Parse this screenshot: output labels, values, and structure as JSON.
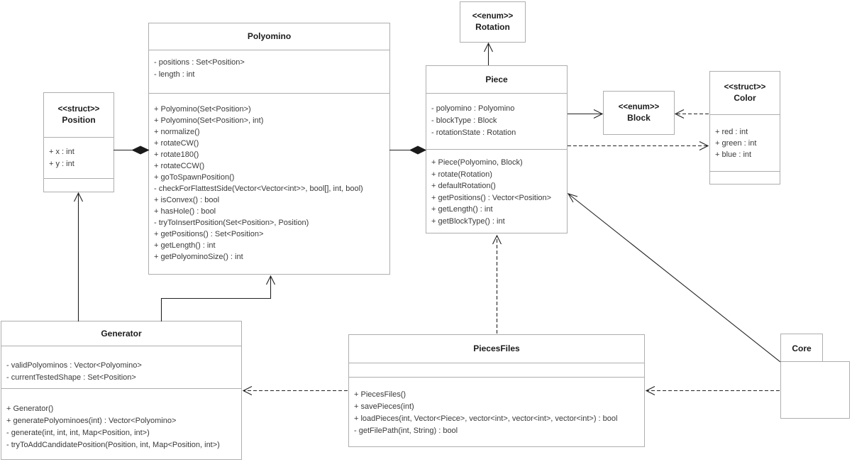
{
  "colors": {
    "background": "#ffffff",
    "box_border": "#aeaeae",
    "member_text": "#3a3a3a",
    "title_text": "#1c1c1c",
    "edge_line": "#222222"
  },
  "classes": {
    "polyomino": {
      "title": "Polyomino",
      "attributes": [
        "- positions : Set<Position>",
        "- length : int"
      ],
      "methods": [
        "+ Polyomino(Set<Position>)",
        "+ Polyomino(Set<Position>, int)",
        "+ normalize()",
        "+ rotateCW()",
        "+ rotate180()",
        "+ rotateCCW()",
        "+ goToSpawnPosition()",
        "- checkForFlattestSide(Vector<Vector<int>>, bool[], int, bool)",
        "+ isConvex() : bool",
        "+ hasHole() : bool",
        "- tryToInsertPosition(Set<Position>, Position)",
        "+ getPositions() : Set<Position>",
        "+ getLength() : int",
        "+ getPolyominoSize() : int"
      ]
    },
    "piece": {
      "title": "Piece",
      "attributes": [
        "- polyomino : Polyomino",
        "- blockType : Block",
        "- rotationState : Rotation"
      ],
      "methods": [
        "+ Piece(Polyomino, Block)",
        "+ rotate(Rotation)",
        "+ defaultRotation()",
        "+ getPositions() : Vector<Position>",
        "+ getLength() : int",
        "+ getBlockType() : int"
      ]
    },
    "generator": {
      "title": "Generator",
      "attributes": [
        "- validPolyominos : Vector<Polyomino>",
        "- currentTestedShape : Set<Position>"
      ],
      "methods": [
        "+ Generator()",
        "+ generatePolyominoes(int) : Vector<Polyomino>",
        "- generate(int, int, int, Map<Position, int>)",
        "- tryToAddCandidatePosition(Position, int, Map<Position, int>)"
      ]
    },
    "piecesfiles": {
      "title": "PiecesFiles",
      "attributes": [],
      "methods": [
        "+ PiecesFiles()",
        "+ savePieces(int)",
        "+ loadPieces(int, Vector<Piece>, vector<int>, vector<int>, vector<int>) : bool",
        "- getFilePath(int, String) : bool"
      ]
    },
    "position": {
      "stereotype": "<<struct>>",
      "title": "Position",
      "attributes": [
        "+ x : int",
        "+ y : int"
      ],
      "methods": []
    },
    "color": {
      "stereotype": "<<struct>>",
      "title": "Color",
      "attributes": [
        "+ red : int",
        "+ green : int",
        "+ blue : int"
      ],
      "methods": []
    },
    "rotation": {
      "stereotype": "<<enum>>",
      "title": "Rotation"
    },
    "block": {
      "stereotype": "<<enum>>",
      "title": "Block"
    }
  },
  "package": {
    "title": "Core"
  },
  "relationships": [
    {
      "from": "Polyomino",
      "to": "Position",
      "type": "composition"
    },
    {
      "from": "Piece",
      "to": "Polyomino",
      "type": "composition"
    },
    {
      "from": "Generator",
      "to": "Position",
      "type": "association"
    },
    {
      "from": "Generator",
      "to": "Polyomino",
      "type": "association"
    },
    {
      "from": "Piece",
      "to": "Rotation",
      "type": "association"
    },
    {
      "from": "Piece",
      "to": "Block",
      "type": "association"
    },
    {
      "from": "Color",
      "to": "Block",
      "type": "dependency"
    },
    {
      "from": "Piece",
      "to": "Color",
      "type": "dependency"
    },
    {
      "from": "Core",
      "to": "Piece",
      "type": "association"
    },
    {
      "from": "Core",
      "to": "PiecesFiles",
      "type": "dependency"
    },
    {
      "from": "PiecesFiles",
      "to": "Generator",
      "type": "dependency"
    },
    {
      "from": "PiecesFiles",
      "to": "Piece",
      "type": "dependency"
    }
  ]
}
